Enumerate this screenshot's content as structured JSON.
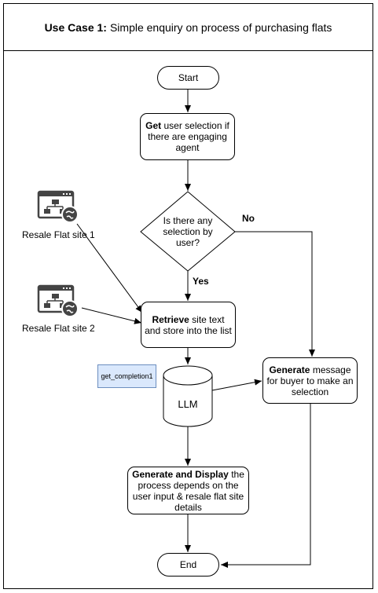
{
  "title": {
    "bold": "Use Case 1:",
    "rest": "Simple enquiry on process of purchasing flats"
  },
  "nodes": {
    "start": "Start",
    "get": {
      "bold": "Get",
      "rest": "user selection if there are engaging agent"
    },
    "decision": "Is there any selection by user?",
    "retrieve": {
      "bold": "Retrieve",
      "rest": "site text and store into the list"
    },
    "generate_msg": {
      "bold": "Generate",
      "rest": "message for buyer to make an selection"
    },
    "llm": "LLM",
    "generate_display": {
      "bold": "Generate and Display",
      "rest": "the process depends on the user input & resale flat site details"
    },
    "end": "End"
  },
  "labels": {
    "no": "No",
    "yes": "Yes",
    "tag": "get_completion1"
  },
  "sites": [
    "Resale Flat site 1",
    "Resale Flat site 2"
  ],
  "icon_names": [
    "sitemap-web-icon",
    "sitemap-web-icon"
  ],
  "colors": {
    "tag_fill": "#dae8fc",
    "tag_border": "#6c8ebf",
    "icon": "#444444"
  }
}
